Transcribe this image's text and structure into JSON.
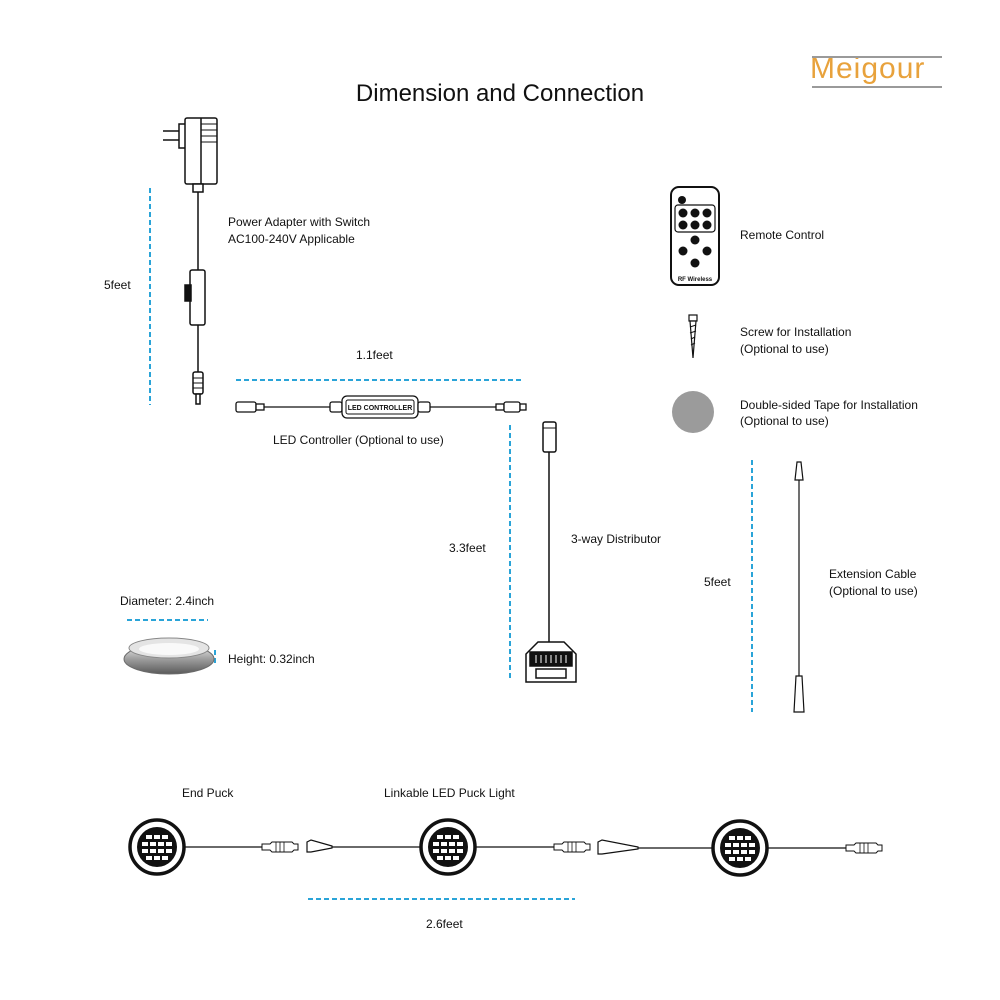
{
  "brand": {
    "name": "Meigour",
    "color": "#e8a23c"
  },
  "title": "Dimension and Connection",
  "accent_color": "#2aa4d8",
  "components": {
    "power_adapter": {
      "line1": "Power Adapter with Switch",
      "line2": "AC100-240V Applicable",
      "length": "5feet"
    },
    "led_controller": {
      "label": "LED Controller (Optional to use)",
      "box_text": "LED CONTROLLER",
      "length": "1.1feet"
    },
    "distributor": {
      "label": "3-way Distributor",
      "length": "3.3feet"
    },
    "remote": {
      "label": "Remote Control",
      "device_text": "RF Wireless"
    },
    "screw": {
      "line1": "Screw for Installation",
      "line2": "(Optional to use)"
    },
    "tape": {
      "line1": "Double-sided Tape for Installation",
      "line2": "(Optional to use)"
    },
    "extension": {
      "line1": "Extension Cable",
      "line2": "(Optional to use)",
      "length": "5feet"
    },
    "puck": {
      "diameter": "Diameter: 2.4inch",
      "height": "Height: 0.32inch"
    },
    "chain": {
      "end_puck": "End Puck",
      "linkable": "Linkable LED Puck Light",
      "length": "2.6feet"
    }
  }
}
